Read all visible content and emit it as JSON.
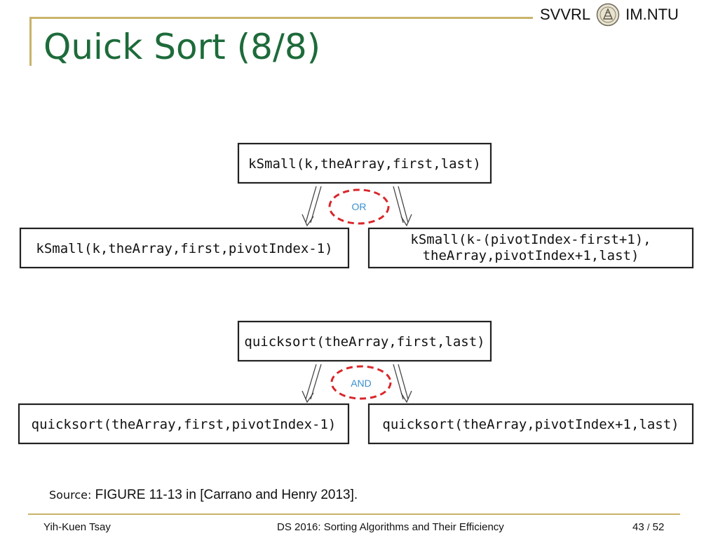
{
  "header": {
    "brand_left": "SVVRL",
    "brand_right": "IM.NTU",
    "seal_icon": "ntu-seal-icon"
  },
  "slide": {
    "title": "Quick Sort (8/8)"
  },
  "diagram": {
    "ksmall": {
      "top": "kSmall(k,theArray,first,last)",
      "connector": "OR",
      "left": "kSmall(k,theArray,first,pivotIndex-1)",
      "right_line1": "kSmall(k-(pivotIndex-first+1),",
      "right_line2": "theArray,pivotIndex+1,last)"
    },
    "quicksort": {
      "top": "quicksort(theArray,first,last)",
      "connector": "AND",
      "left": "quicksort(theArray,first,pivotIndex-1)",
      "right": "quicksort(theArray,pivotIndex+1,last)"
    },
    "colors": {
      "box_border": "#222222",
      "ellipse": "#d9262a",
      "connector_text": "#3a8fd0",
      "title": "#1d6b3a",
      "frame": "#c9b26a"
    }
  },
  "source": {
    "label": "Source:",
    "text": "FIGURE 11-13 in [Carrano and Henry 2013]."
  },
  "footer": {
    "author": "Yih-Kuen Tsay",
    "course": "DS 2016: Sorting Algorithms and Their Efficiency",
    "page_current": "43",
    "page_separator": "/",
    "page_total": "52"
  }
}
